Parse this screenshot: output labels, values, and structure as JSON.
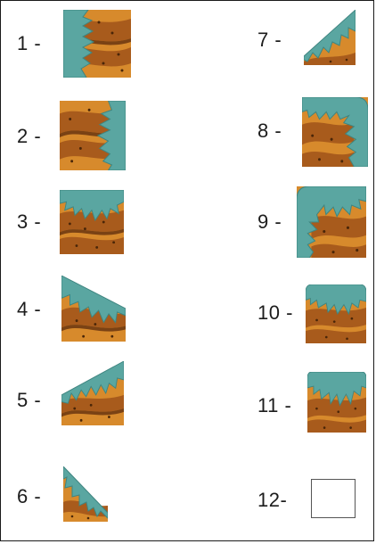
{
  "tiles": [
    {
      "label": "1 -",
      "variant": "left-edge"
    },
    {
      "label": "2 -",
      "variant": "right-edge"
    },
    {
      "label": "3 -",
      "variant": "top-edge"
    },
    {
      "label": "4 -",
      "variant": "slope-down-right"
    },
    {
      "label": "5 -",
      "variant": "slope-up-right"
    },
    {
      "label": "6 -",
      "variant": "small-slope-down-right"
    },
    {
      "label": "7 -",
      "variant": "small-slope-up-right"
    },
    {
      "label": "8 -",
      "variant": "top-right-corner"
    },
    {
      "label": "9 -",
      "variant": "top-left-corner"
    },
    {
      "label": "10 -",
      "variant": "top-edge-rounded"
    },
    {
      "label": "11 -",
      "variant": "top-edge-rounded-alt"
    },
    {
      "label": "12-",
      "variant": "empty-slot"
    }
  ],
  "colors": {
    "grass": "#5aa6a1",
    "grass_edge": "#3f8580",
    "dirt_dark": "#7a4214",
    "dirt_mid": "#a85b1c",
    "dirt_light": "#d78a2c",
    "dot": "#4a2608"
  }
}
